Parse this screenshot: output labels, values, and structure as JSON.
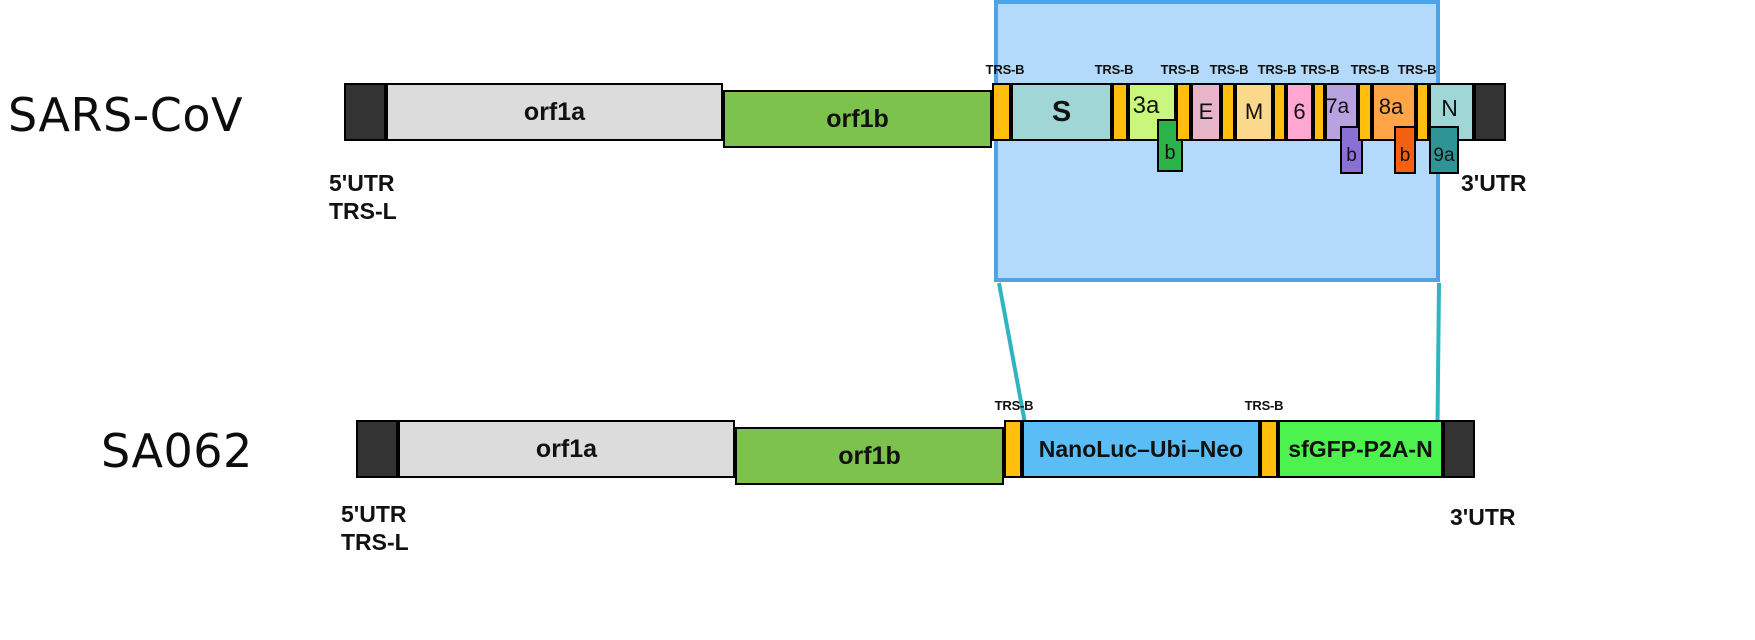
{
  "figure": {
    "title": "SARS-CoV genome organization and SA062 reporter replicon",
    "background": "#ffffff",
    "colors": {
      "utr_black": "#333333",
      "orf1a_gray": "#dcdcdc",
      "orf1b_green": "#7cc24c",
      "trs_orange": "#ffbe0b",
      "s_teal": "#a0d6d6",
      "orf3a_lightgreen": "#c9f77e",
      "orf3b_green": "#2bb34a",
      "e_pink": "#e8b4c8",
      "m_tan": "#fcd98a",
      "orf6_pink": "#ffa6d3",
      "orf7a_lilac": "#b8a3e0",
      "orf7b_purple": "#8a6fd4",
      "orf8a_orange": "#ffa447",
      "orf8b_darkorange": "#f4600f",
      "n_teal": "#a0d6d6",
      "orf9a_darkteal": "#2e9495",
      "nanoluc_blue": "#5bbdf5",
      "sfgfp_green": "#4ef24e",
      "highlight_fill": "#b3d9fb",
      "highlight_border": "#4da3e8",
      "connector": "#2fb5bf",
      "outline": "#000000"
    }
  },
  "rows": [
    {
      "id": "sars-cov",
      "name": "SARS-CoV",
      "left_labels": [
        "5'UTR",
        "TRS-L"
      ],
      "right_label": "3'UTR"
    },
    {
      "id": "sa062",
      "name": "SA062",
      "left_labels": [
        "5'UTR",
        "TRS-L"
      ],
      "right_label": "3'UTR"
    }
  ],
  "sars_genome": {
    "segments": [
      {
        "name": "5utr-block",
        "label": "",
        "type": "utr"
      },
      {
        "name": "orf1a",
        "label": "orf1a",
        "type": "orf"
      },
      {
        "name": "orf1b",
        "label": "orf1b",
        "type": "orf"
      },
      {
        "name": "trs-b-s",
        "label": "",
        "type": "trs"
      },
      {
        "name": "s",
        "label": "S",
        "type": "orf"
      },
      {
        "name": "trs-b-3a",
        "label": "",
        "type": "trs"
      },
      {
        "name": "orf3a",
        "label": "3a",
        "type": "orf"
      },
      {
        "name": "orf3b",
        "label": "b",
        "type": "orf-sub"
      },
      {
        "name": "trs-b-e",
        "label": "",
        "type": "trs"
      },
      {
        "name": "e",
        "label": "E",
        "type": "orf"
      },
      {
        "name": "trs-b-m",
        "label": "",
        "type": "trs"
      },
      {
        "name": "m",
        "label": "M",
        "type": "orf"
      },
      {
        "name": "trs-b-6",
        "label": "",
        "type": "trs"
      },
      {
        "name": "orf6",
        "label": "6",
        "type": "orf"
      },
      {
        "name": "trs-b-7a",
        "label": "",
        "type": "trs"
      },
      {
        "name": "orf7a",
        "label": "7a",
        "type": "orf"
      },
      {
        "name": "orf7b",
        "label": "b",
        "type": "orf-sub"
      },
      {
        "name": "trs-b-8a",
        "label": "",
        "type": "trs"
      },
      {
        "name": "orf8a",
        "label": "8a",
        "type": "orf"
      },
      {
        "name": "orf8b",
        "label": "b",
        "type": "orf-sub"
      },
      {
        "name": "trs-b-n",
        "label": "",
        "type": "trs"
      },
      {
        "name": "n",
        "label": "N",
        "type": "orf"
      },
      {
        "name": "orf9a",
        "label": "9a",
        "type": "orf-sub"
      },
      {
        "name": "3utr-block",
        "label": "",
        "type": "utr"
      }
    ],
    "trs_b_label": "TRS-B",
    "trs_b_count": 9
  },
  "sa062_genome": {
    "segments": [
      {
        "name": "5utr-block",
        "label": "",
        "type": "utr"
      },
      {
        "name": "orf1a",
        "label": "orf1a",
        "type": "orf"
      },
      {
        "name": "orf1b",
        "label": "orf1b",
        "type": "orf"
      },
      {
        "name": "trs-b-1",
        "label": "",
        "type": "trs"
      },
      {
        "name": "nanoluc",
        "label": "NanoLuc–Ubi–Neo",
        "type": "orf"
      },
      {
        "name": "trs-b-2",
        "label": "",
        "type": "trs"
      },
      {
        "name": "sfgfp",
        "label": "sfGFP-P2A-N",
        "type": "orf"
      },
      {
        "name": "3utr-block",
        "label": "",
        "type": "utr"
      }
    ],
    "trs_b_label": "TRS-B",
    "trs_b_count": 2
  }
}
